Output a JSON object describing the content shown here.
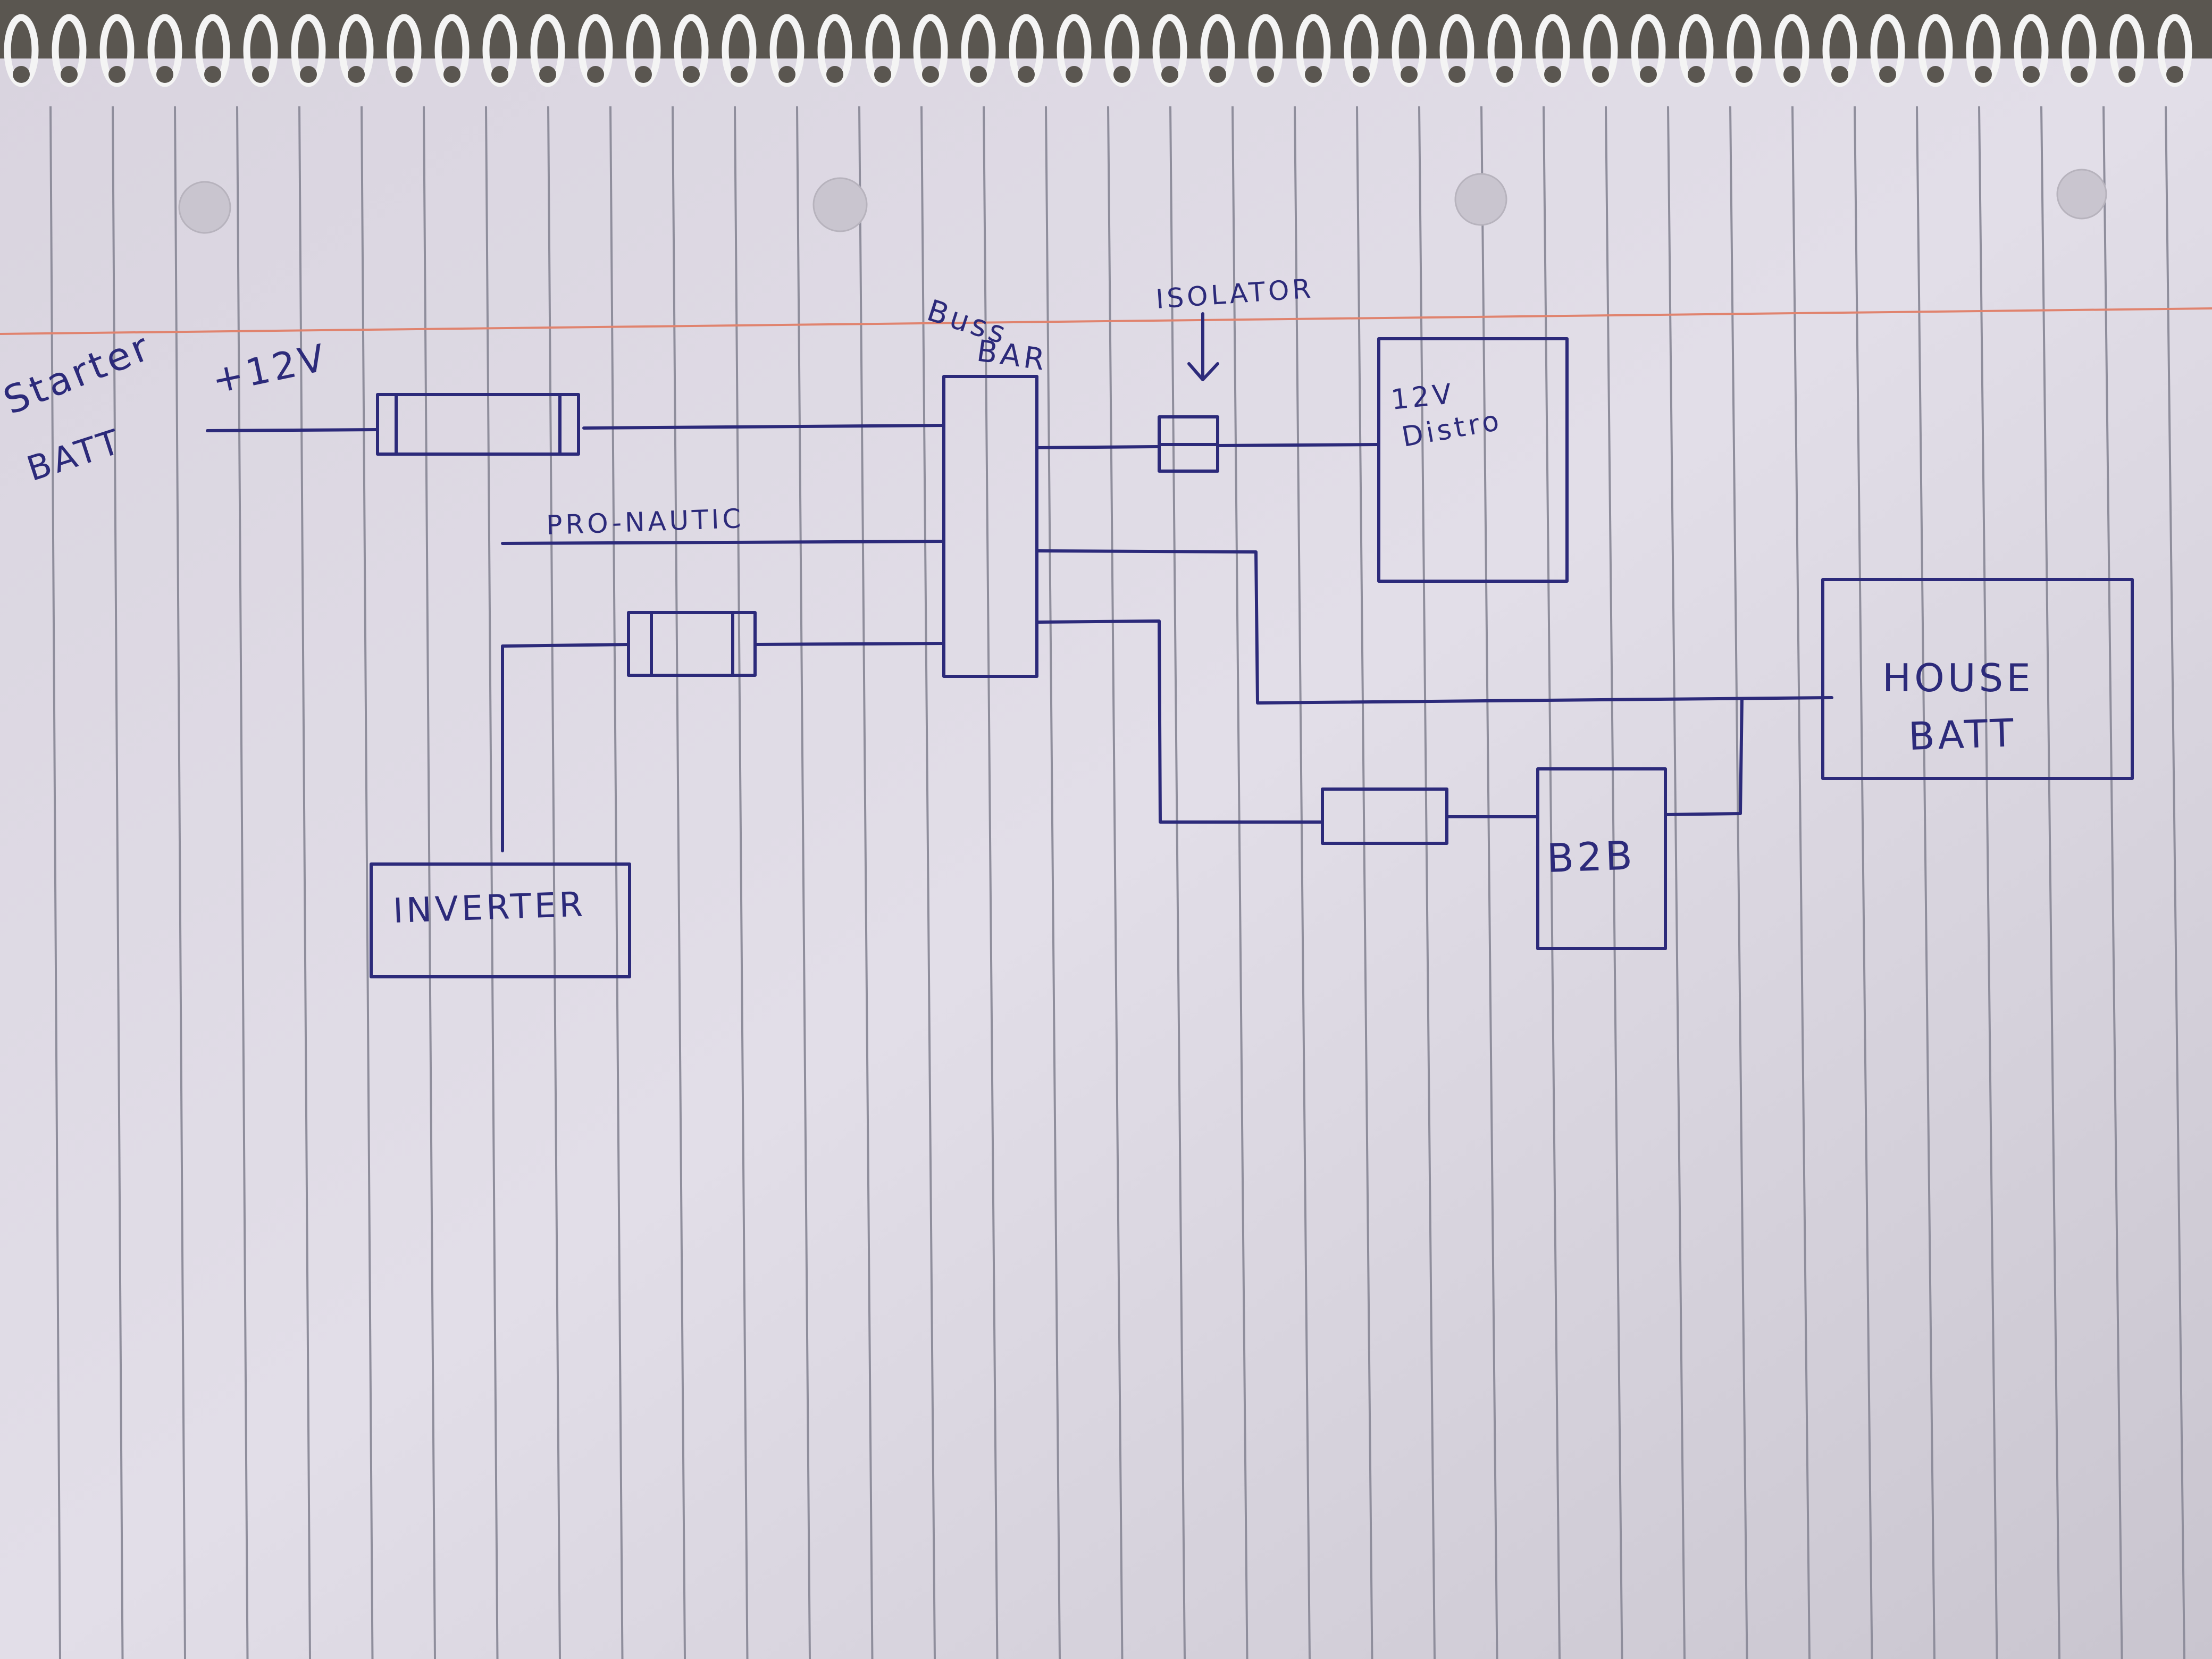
{
  "diagram": {
    "labels": {
      "starter_batt_line1": "Starter",
      "starter_batt_line2": "BATT",
      "plus_12v": "+12V",
      "buss_bar_line1": "Buss",
      "buss_bar_line2": "BAR",
      "isolator": "ISOLATOR",
      "distro_line1": "12V",
      "distro_line2": "Distro",
      "pro_nautic": "PRO-NAUTIC",
      "house_batt_line1": "HOUSE",
      "house_batt_line2": "BATT",
      "inverter": "INVERTER",
      "b2b": "B2B"
    }
  },
  "colors": {
    "ink": "#2c2a7a",
    "paper": "#ddd9e4",
    "rule_line": "#8f8e9c",
    "margin_line": "#e0836e",
    "spiral": "#f4f4f4"
  }
}
